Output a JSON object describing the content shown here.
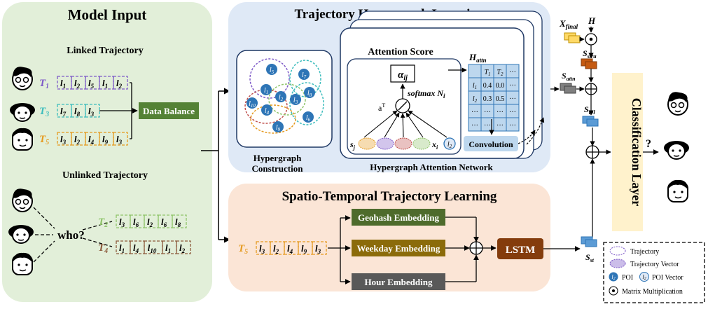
{
  "model_input": {
    "title": "Model Input",
    "linked_title": "Linked Trajectory",
    "unlinked_title": "Unlinked Trajectory",
    "who": "who?",
    "data_balance": "Data Balance",
    "linked": [
      {
        "label": "T",
        "sub": "1",
        "color": "#7e5ac8",
        "pois": [
          "1",
          "2",
          "5",
          "1",
          "2"
        ]
      },
      {
        "label": "T",
        "sub": "3",
        "color": "#3dbdbd",
        "pois": [
          "7",
          "8",
          "3"
        ]
      },
      {
        "label": "T",
        "sub": "5",
        "color": "#e59a1f",
        "pois": [
          "3",
          "2",
          "4",
          "9",
          "3"
        ]
      }
    ],
    "unlinked": [
      {
        "label": "T",
        "sub": "2",
        "color": "#8fc46a",
        "pois": [
          "3",
          "6",
          "2",
          "6",
          "8"
        ]
      },
      {
        "label": "T",
        "sub": "4",
        "color": "#8c5a3c",
        "pois": [
          "1",
          "4",
          "10",
          "1",
          "2"
        ]
      }
    ]
  },
  "hypergraph": {
    "title": "Trajectory Hypergraph Learning",
    "construction_label_1": "Hypergraph",
    "construction_label_2": "Construction",
    "nodes": [
      "5",
      "7",
      "1",
      "2",
      "3",
      "8",
      "10",
      "4",
      "6",
      "9"
    ],
    "attention_score": "Attention Score",
    "alpha": "α",
    "alpha_sub": "ij",
    "softmax": "softmax N",
    "softmax_sub": "i",
    "a_T": "a",
    "a_T_sup": "T",
    "s_j": "s",
    "s_j_sub": "j",
    "x_i": "x",
    "x_i_sub": "i",
    "x_i_node": "2",
    "convolution": "Convolution",
    "network_label": "Hypergraph Attention Network",
    "h_attn": "H",
    "h_attn_sub": "attn",
    "matrix_header": [
      "T1",
      "T2",
      "···"
    ],
    "matrix_rows": [
      {
        "label": "l1",
        "cells": [
          "0.4",
          "0.0",
          "···"
        ]
      },
      {
        "label": "l2",
        "cells": [
          "0.3",
          "0.5",
          "···"
        ]
      },
      {
        "label": "···",
        "cells": [
          "···",
          "···",
          "···"
        ]
      },
      {
        "label": "···",
        "cells": [
          "···",
          "···",
          "···"
        ]
      }
    ]
  },
  "spatio_temporal": {
    "title": "Spatio-Temporal Trajectory Learning",
    "t5_label": "T",
    "t5_sub": "5",
    "t5_pois": [
      "3",
      "2",
      "4",
      "9",
      "3"
    ],
    "geohash": "Geohash Embedding",
    "weekday": "Weekday Embedding",
    "hour": "Hour Embedding",
    "lstm": "LSTM"
  },
  "right": {
    "x_final": "X",
    "x_final_sub": "final",
    "H": "H",
    "s_stru": "S",
    "s_stru_sub": "stru",
    "s_attn": "S",
    "s_attn_sub": "attn",
    "s_rel": "S",
    "s_rel_sub": "rel",
    "s_st": "S",
    "s_st_sub": "st",
    "classification": "Classification Layer",
    "question": "?"
  },
  "legend": {
    "trajectory": "Trajectory",
    "trajectory_vector": "Trajectory Vector",
    "poi": "POI",
    "poi_vector": "POI Vector",
    "poi_icon": "2",
    "matrix_mult": "Matrix Multiplication"
  },
  "colors": {
    "input_bg": "#e2efd9",
    "hyper_bg": "#dfe9f6",
    "st_bg": "#fbe5d6",
    "data_balance": "#548235",
    "geohash": "#4e6b2c",
    "weekday": "#8b6b0a",
    "hour": "#595959",
    "lstm": "#843c0c",
    "classification": "#fff2cc",
    "node": "#2e75b6"
  }
}
